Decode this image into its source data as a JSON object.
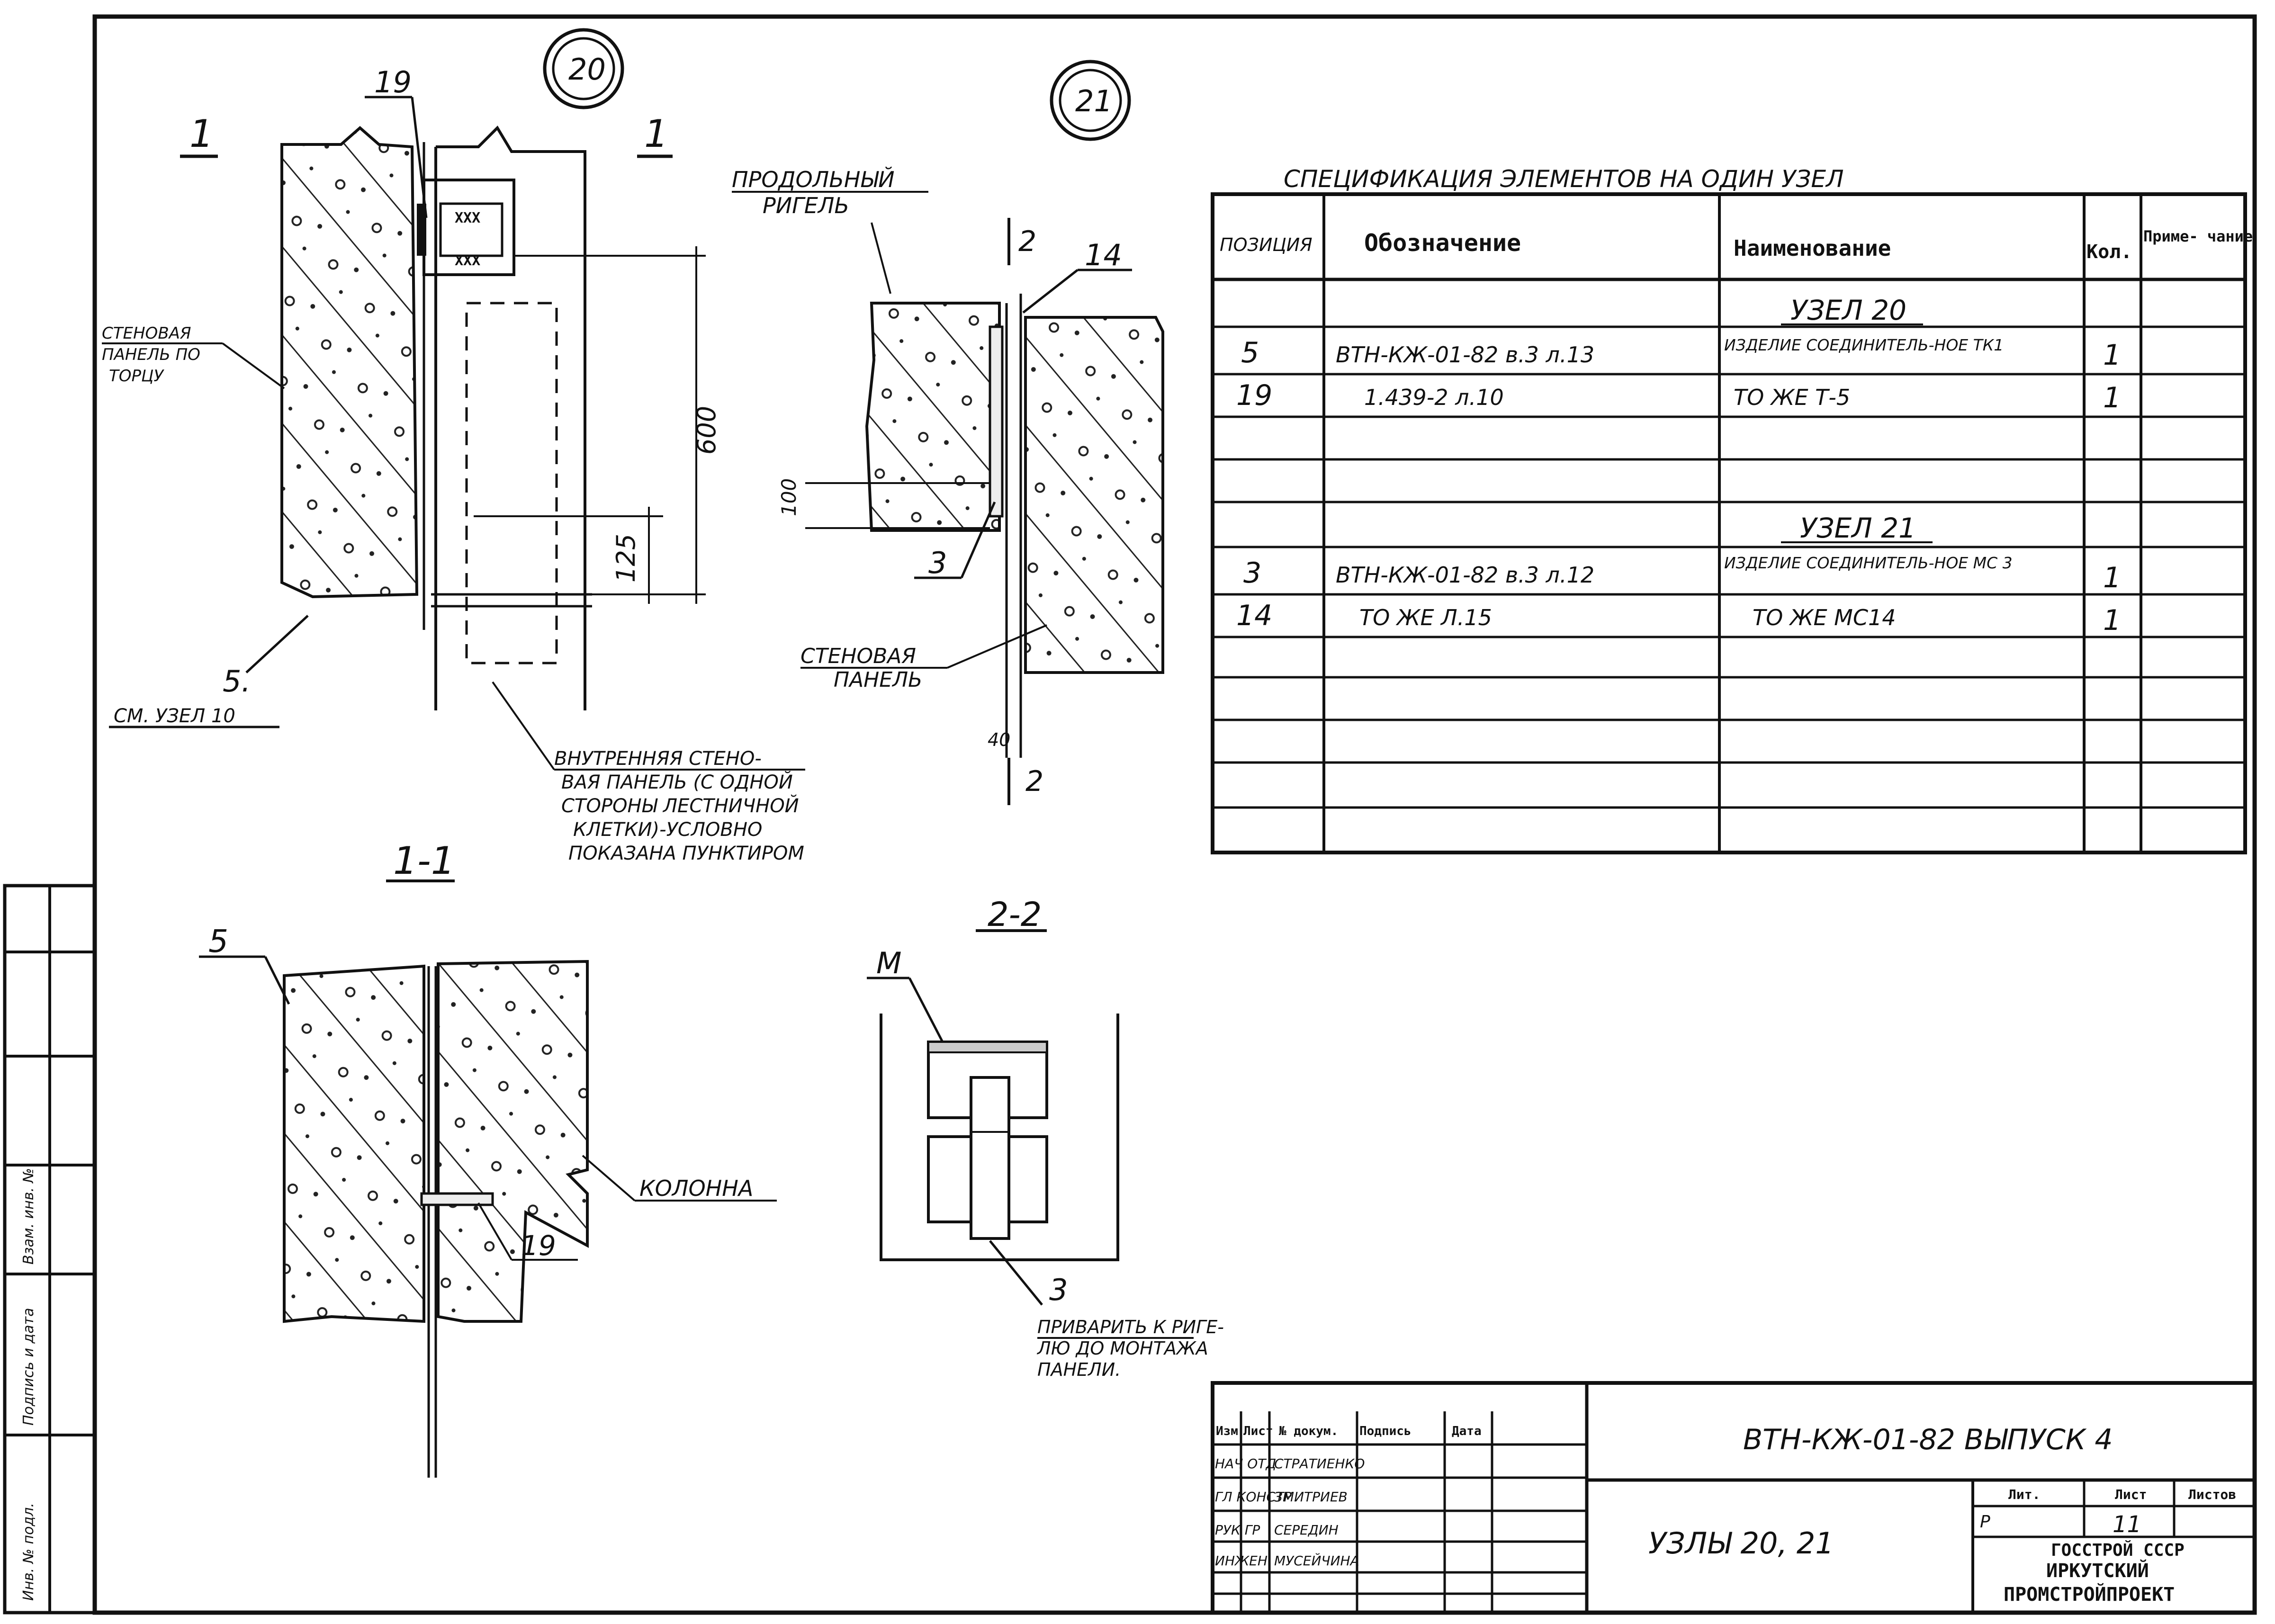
{
  "drawing": {
    "nodes": {
      "node_a": "20",
      "node_b": "21"
    },
    "labels": {
      "section_1": "1",
      "section_2": "2",
      "pos_19": "19",
      "pos_14": "14",
      "pos_3": "3",
      "pos_5": "5",
      "pos_3b": "3",
      "pos_19b": "19",
      "longitudinal_beam": [
        "ПРОДОЛЬНЫЙ",
        "РИГЕЛЬ"
      ],
      "wall_panel": [
        "СТЕНОВАЯ",
        "ПАНЕЛЬ"
      ],
      "wall_panel_left": [
        "СТЕНОВАЯ",
        "ПАНЕЛЬ ПО",
        "ТОРЦУ"
      ],
      "see_node": "СМ. УЗЕЛ 10",
      "pos_5_top": "5.",
      "inner_wall": [
        "ВНУТРЕННЯЯ СТЕНО-",
        "ВАЯ ПАНЕЛЬ (С ОДНОЙ",
        "СТОРОНЫ ЛЕСТНИЧНОЙ",
        "КЛЕТКИ)-УСЛОВНО",
        "ПОКАЗАНА ПУНКТИРОМ"
      ],
      "column": "КОЛОННА",
      "section_1_1": "1-1",
      "section_2_2": "2-2",
      "label_M": "М",
      "weld_note": [
        "ПРИВАРИТЬ К РИГЕ-",
        "ЛЮ ДО МОНТАЖА",
        "ПАНЕЛИ."
      ]
    },
    "dimensions": {
      "d600": "600",
      "d125": "125",
      "d100": "100",
      "d40": "40"
    }
  },
  "spec": {
    "title": "СПЕЦИФИКАЦИЯ ЭЛЕМЕНТОВ НА ОДИН УЗЕЛ",
    "headers": [
      "ПОЗИЦИЯ",
      "Обозначение",
      "Наименование",
      "Кол.",
      "Приме-\nчание"
    ],
    "rows": [
      [
        "",
        "",
        "УЗЕЛ 20",
        "",
        ""
      ],
      [
        "5",
        "ВТН-КЖ-01-82 в.3 л.13",
        "ИЗДЕЛИЕ СОЕДИНИТЕЛЬ-НОЕ ТК1",
        "1",
        ""
      ],
      [
        "19",
        "1.439-2 л.10",
        "ТО ЖЕ Т-5",
        "1",
        ""
      ],
      [
        "",
        "",
        "",
        "",
        ""
      ],
      [
        "",
        "",
        "",
        "",
        ""
      ],
      [
        "",
        "",
        "УЗЕЛ 21",
        "",
        ""
      ],
      [
        "3",
        "ВТН-КЖ-01-82 в.3 л.12",
        "ИЗДЕЛИЕ СОЕДИНИТЕЛЬ-НОЕ МС 3",
        "1",
        ""
      ],
      [
        "14",
        "ТО ЖЕ Л.15",
        "ТО ЖЕ МС14",
        "1",
        ""
      ],
      [
        "",
        "",
        "",
        "",
        ""
      ],
      [
        "",
        "",
        "",
        "",
        ""
      ],
      [
        "",
        "",
        "",
        "",
        ""
      ],
      [
        "",
        "",
        "",
        "",
        ""
      ]
    ]
  },
  "title_block": {
    "code": "ВТН-КЖ-01-82 ВЫПУСК 4",
    "title": "УЗЛЫ 20, 21",
    "col_headers": [
      "Изм",
      "Лист",
      "№ докум.",
      "Подпись",
      "Дата"
    ],
    "signers": [
      [
        "НАЧ ОТД",
        "СТРАТИЕНКО"
      ],
      [
        "ГЛ КОНСТР",
        "ЗМИТРИЕВ"
      ],
      [
        "РУК ГР",
        "СЕРЕДИН"
      ],
      [
        "ИНЖЕН",
        "МУСЕЙЧИНА"
      ],
      [
        "",
        ""
      ]
    ],
    "stage_headers": [
      "Лит.",
      "Лист",
      "Листов"
    ],
    "stage": "Р",
    "sheet": "11",
    "org": [
      "ГОССТРОЙ СССР",
      "ИРКУТСКИЙ",
      "ПРОМСТРОЙПРОЕКТ"
    ]
  },
  "side_stamp": {
    "fields": [
      "Инв. № подл.",
      "Подпись и дата",
      "Взам. инв. №"
    ]
  }
}
